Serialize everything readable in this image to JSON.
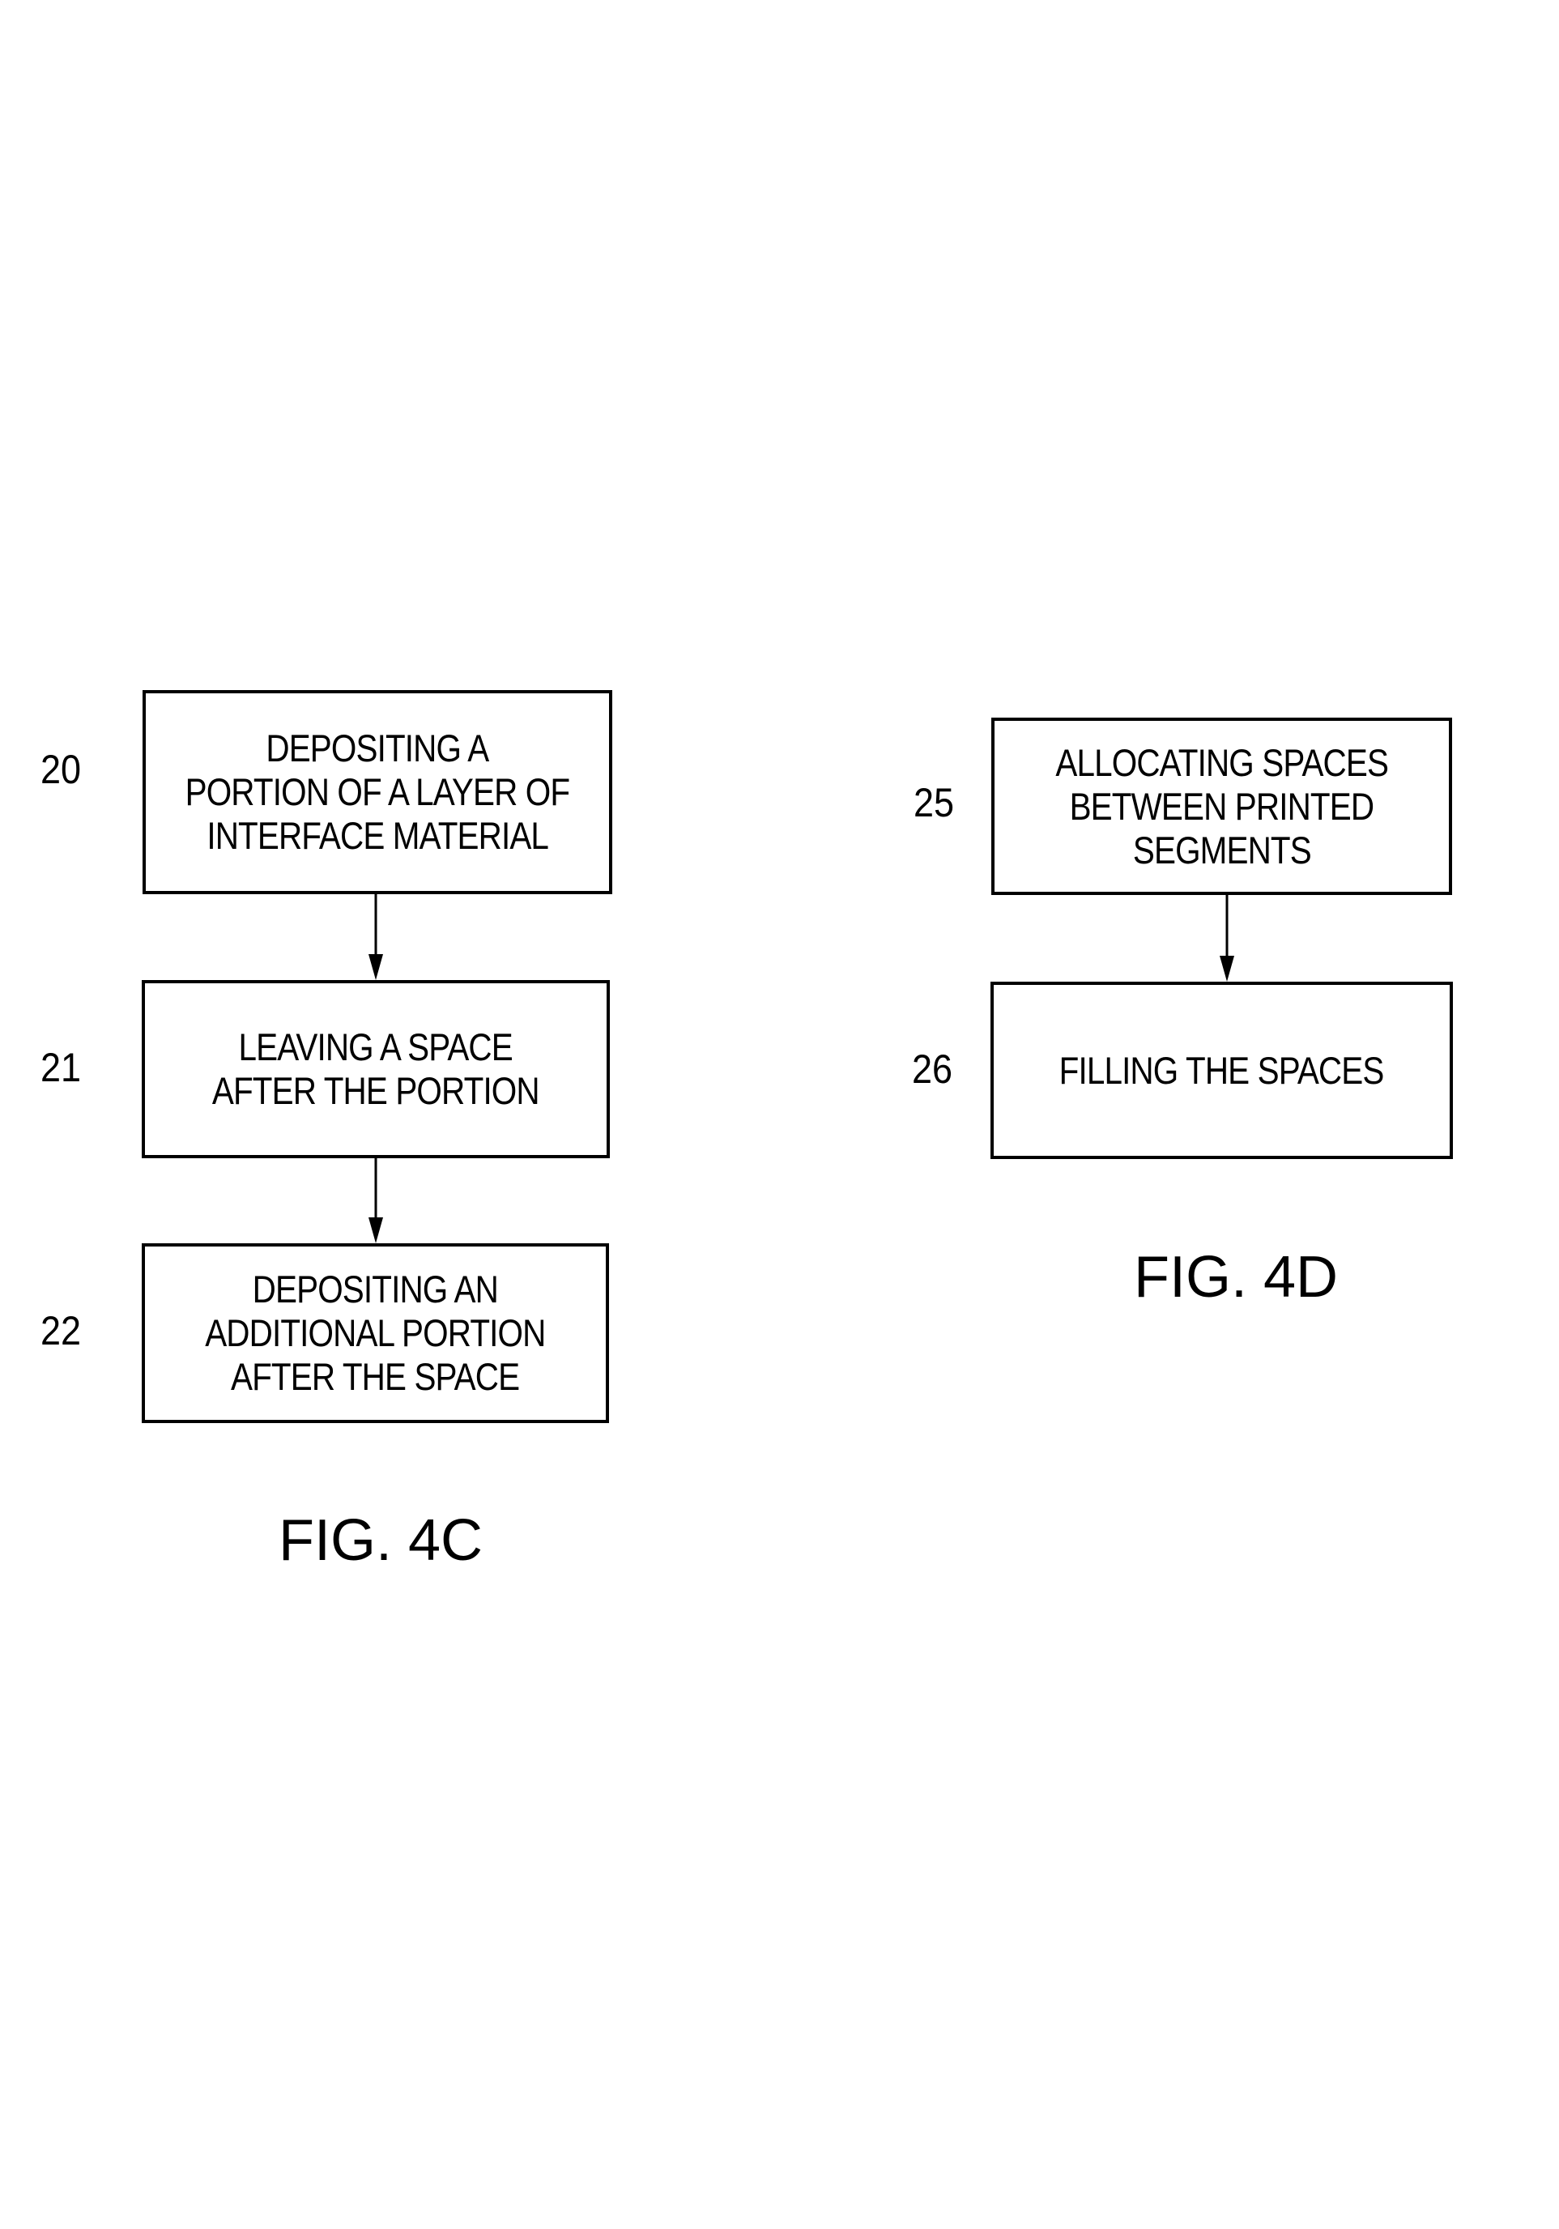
{
  "figures": [
    {
      "id": "4C",
      "caption": "FIG. 4C",
      "steps": [
        {
          "ref": "20",
          "lines": [
            "DEPOSITING A",
            "PORTION OF A LAYER OF",
            "INTERFACE MATERIAL"
          ]
        },
        {
          "ref": "21",
          "lines": [
            "LEAVING A SPACE",
            "AFTER THE PORTION"
          ]
        },
        {
          "ref": "22",
          "lines": [
            "DEPOSITING AN",
            "ADDITIONAL PORTION",
            "AFTER THE SPACE"
          ]
        }
      ],
      "arrows": [
        {
          "from": "20",
          "to": "21"
        },
        {
          "from": "21",
          "to": "22"
        }
      ]
    },
    {
      "id": "4D",
      "caption": "FIG. 4D",
      "steps": [
        {
          "ref": "25",
          "lines": [
            "ALLOCATING SPACES",
            "BETWEEN PRINTED",
            "SEGMENTS"
          ]
        },
        {
          "ref": "26",
          "lines": [
            "FILLING THE SPACES"
          ]
        }
      ],
      "arrows": [
        {
          "from": "25",
          "to": "26"
        }
      ]
    }
  ]
}
